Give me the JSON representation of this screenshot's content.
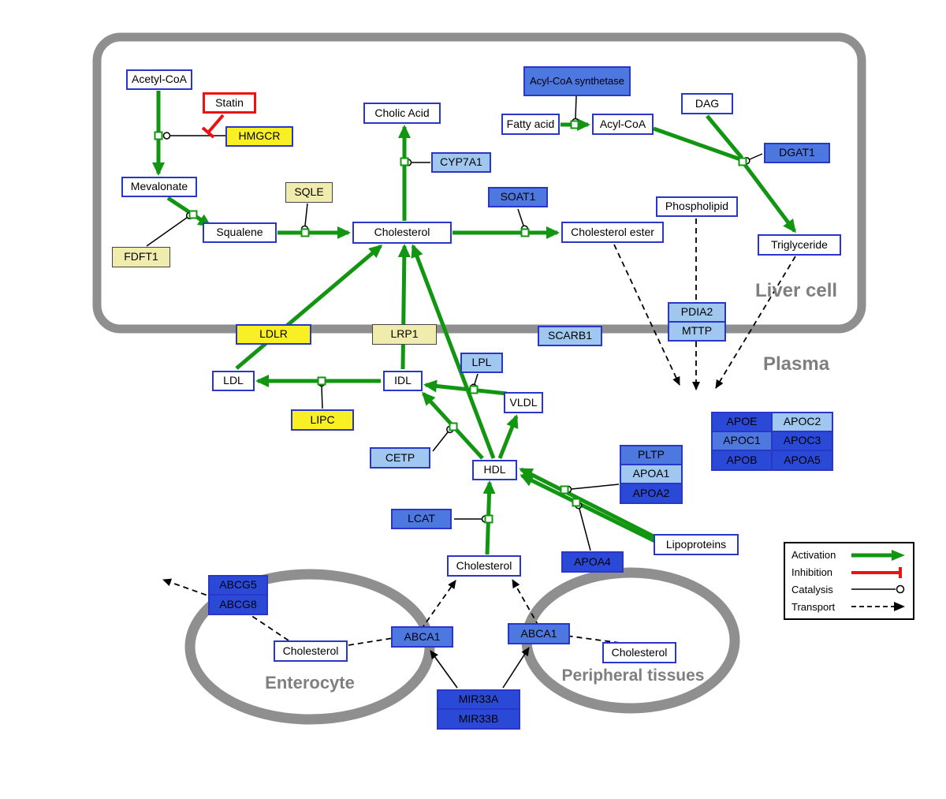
{
  "compartments": {
    "liver": "Liver cell",
    "plasma": "Plasma",
    "enterocyte": "Enterocyte",
    "peripheral": "Peripheral tissues"
  },
  "nodes": {
    "acetyl_coa": "Acetyl-CoA",
    "statin": "Statin",
    "hmgcr": "HMGCR",
    "mevalonate": "Mevalonate",
    "fdft1": "FDFT1",
    "squalene": "Squalene",
    "sqle": "SQLE",
    "cholesterol_liver": "Cholesterol",
    "cholic_acid": "Cholic Acid",
    "cyp7a1": "CYP7A1",
    "soat1": "SOAT1",
    "cholesterol_ester": "Cholesterol ester",
    "acyl_coa_synthetase": "Acyl-CoA synthetase",
    "fatty_acid": "Fatty acid",
    "acyl_coa": "Acyl-CoA",
    "dag": "DAG",
    "dgat1": "DGAT1",
    "phospholipid": "Phospholipid",
    "triglyceride": "Triglyceride",
    "pdia2": "PDIA2",
    "mttp": "MTTP",
    "scarb1": "SCARB1",
    "ldlr": "LDLR",
    "lrp1": "LRP1",
    "ldl": "LDL",
    "idl": "IDL",
    "lpl": "LPL",
    "vldl": "VLDL",
    "lipc": "LIPC",
    "cetp": "CETP",
    "hdl": "HDL",
    "lcat": "LCAT",
    "pltp": "PLTP",
    "apoa1": "APOA1",
    "apoa2": "APOA2",
    "apoe": "APOE",
    "apoc2": "APOC2",
    "apoc1": "APOC1",
    "apoc3": "APOC3",
    "apob": "APOB",
    "apoa5": "APOA5",
    "apoa4": "APOA4",
    "lipoproteins": "Lipoproteins",
    "cholesterol_plasma": "Cholesterol",
    "abcg5": "ABCG5",
    "abcg8": "ABCG8",
    "cholesterol_enterocyte": "Cholesterol",
    "abca1_left": "ABCA1",
    "abca1_right": "ABCA1",
    "cholesterol_peripheral": "Cholesterol",
    "mir33a": "MIR33A",
    "mir33b": "MIR33B"
  },
  "legend": {
    "activation": "Activation",
    "inhibition": "Inhibition",
    "catalysis": "Catalysis",
    "transport": "Transport"
  },
  "colors": {
    "activation_green": "#129612",
    "inhibition_red": "#ee1111",
    "node_border_blue": "#2936c8",
    "membrane_gray": "#8f8f8f",
    "yellow": "#f8ef25",
    "khaki": "#efecae",
    "blue_light": "#9fc7ef",
    "blue_medium": "#4d78e0",
    "blue_dark": "#2b49d7"
  },
  "edges": [
    {
      "from": "acetyl_coa",
      "to": "mevalonate",
      "type": "activation",
      "via": "hmgcr"
    },
    {
      "from": "statin",
      "to": "hmgcr_reaction",
      "type": "inhibition"
    },
    {
      "from": "mevalonate",
      "to": "squalene",
      "type": "activation",
      "via": "fdft1"
    },
    {
      "from": "squalene",
      "to": "cholesterol_liver",
      "type": "activation",
      "via": "sqle"
    },
    {
      "from": "cholesterol_liver",
      "to": "cholic_acid",
      "type": "activation",
      "via": "cyp7a1"
    },
    {
      "from": "cholesterol_liver",
      "to": "cholesterol_ester",
      "type": "activation",
      "via": "soat1"
    },
    {
      "from": "fatty_acid",
      "to": "acyl_coa",
      "type": "activation",
      "via": "acyl_coa_synthetase"
    },
    {
      "from": "acyl_coa",
      "to": "triglyceride",
      "type": "activation",
      "via": "dgat1"
    },
    {
      "from": "dag",
      "to": "triglyceride",
      "type": "activation",
      "via": "dgat1"
    },
    {
      "from": "ldl",
      "to": "cholesterol_liver",
      "type": "activation",
      "via": "ldlr"
    },
    {
      "from": "idl",
      "to": "cholesterol_liver",
      "type": "activation",
      "via": "lrp1"
    },
    {
      "from": "hdl",
      "to": "cholesterol_liver",
      "type": "activation",
      "via": "scarb1"
    },
    {
      "from": "vldl",
      "to": "idl",
      "type": "activation",
      "via": "lpl"
    },
    {
      "from": "idl",
      "to": "ldl",
      "type": "activation",
      "via": "lipc"
    },
    {
      "from": "hdl",
      "to": "idl",
      "type": "activation",
      "via": "cetp"
    },
    {
      "from": "hdl",
      "to": "vldl",
      "type": "activation"
    },
    {
      "from": "lipoproteins",
      "to": "hdl",
      "type": "activation",
      "via": "apoa1_apoa2"
    },
    {
      "from": "lipoproteins",
      "to": "hdl",
      "type": "activation",
      "via": "apoa4"
    },
    {
      "from": "cholesterol_plasma",
      "to": "hdl",
      "type": "activation",
      "via": "lcat"
    },
    {
      "from": "cholesterol_ester",
      "to": "plasma",
      "type": "transport"
    },
    {
      "from": "phospholipid",
      "to": "plasma",
      "type": "transport"
    },
    {
      "from": "triglyceride",
      "to": "plasma",
      "type": "transport"
    },
    {
      "from": "cholesterol_enterocyte",
      "to": "lumen",
      "type": "transport",
      "via": "abcg5_abcg8"
    },
    {
      "from": "cholesterol_enterocyte",
      "to": "cholesterol_plasma",
      "type": "transport",
      "via": "abca1_left"
    },
    {
      "from": "cholesterol_peripheral",
      "to": "cholesterol_plasma",
      "type": "transport",
      "via": "abca1_right"
    },
    {
      "from": "mir33a_mir33b",
      "to": "abca1_left",
      "type": "regulation"
    },
    {
      "from": "mir33a_mir33b",
      "to": "abca1_right",
      "type": "regulation"
    }
  ]
}
